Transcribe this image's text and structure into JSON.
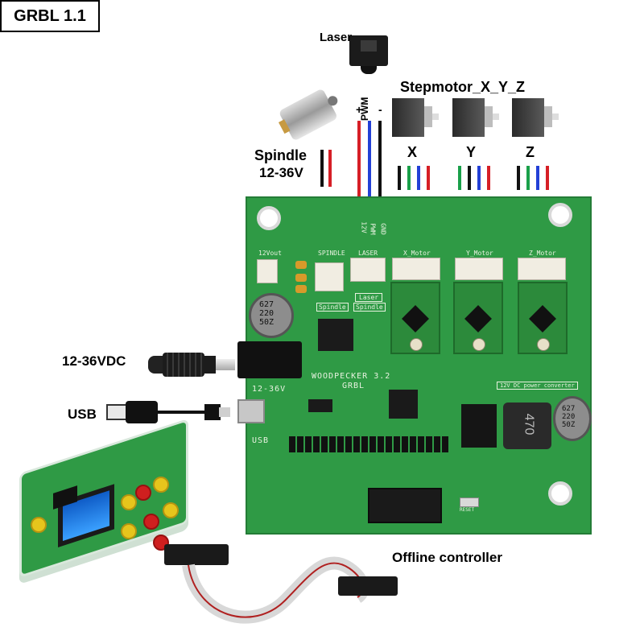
{
  "title_box": "GRBL 1.1",
  "labels": {
    "laser": "Laser",
    "pwm_plus": "+",
    "pwm": "PWM",
    "pwm_minus": "-",
    "stepmotor": "Stepmotor_X_Y_Z",
    "x": "X",
    "y": "Y",
    "z": "Z",
    "spindle": "Spindle",
    "spindle_voltage": "12-36V",
    "dc_input": "12-36VDC",
    "usb": "USB",
    "offline_controller": "Offline controller"
  },
  "board_silkscreen": {
    "out12v": "12Vout",
    "spindle": "SPINDLE",
    "laser": "LASER",
    "x_motor": "X_Motor",
    "y_motor": "Y_Motor",
    "z_motor": "Z_Motor",
    "laser_12v": "12V",
    "laser_pwm": "PWM",
    "laser_gnd": "GND",
    "brand": "WOODPECKER 3.2",
    "grbl": "GRBL",
    "v12_36": "12-36V",
    "usb": "USB",
    "spindle_tag": "Spindle",
    "laser_tag": "Laser",
    "spindle_tag2": "Spindle",
    "converter": "12V DC power converter",
    "reset": "RESET",
    "cap_left": "627\n220\n50Z",
    "cap_right": "627\n220\n50Z",
    "inductor": "470"
  },
  "colors": {
    "board": "#2f9a45",
    "wire_red": "#d61f26",
    "wire_blue": "#2340d6",
    "wire_black": "#111111",
    "wire_green": "#1aa04a"
  }
}
